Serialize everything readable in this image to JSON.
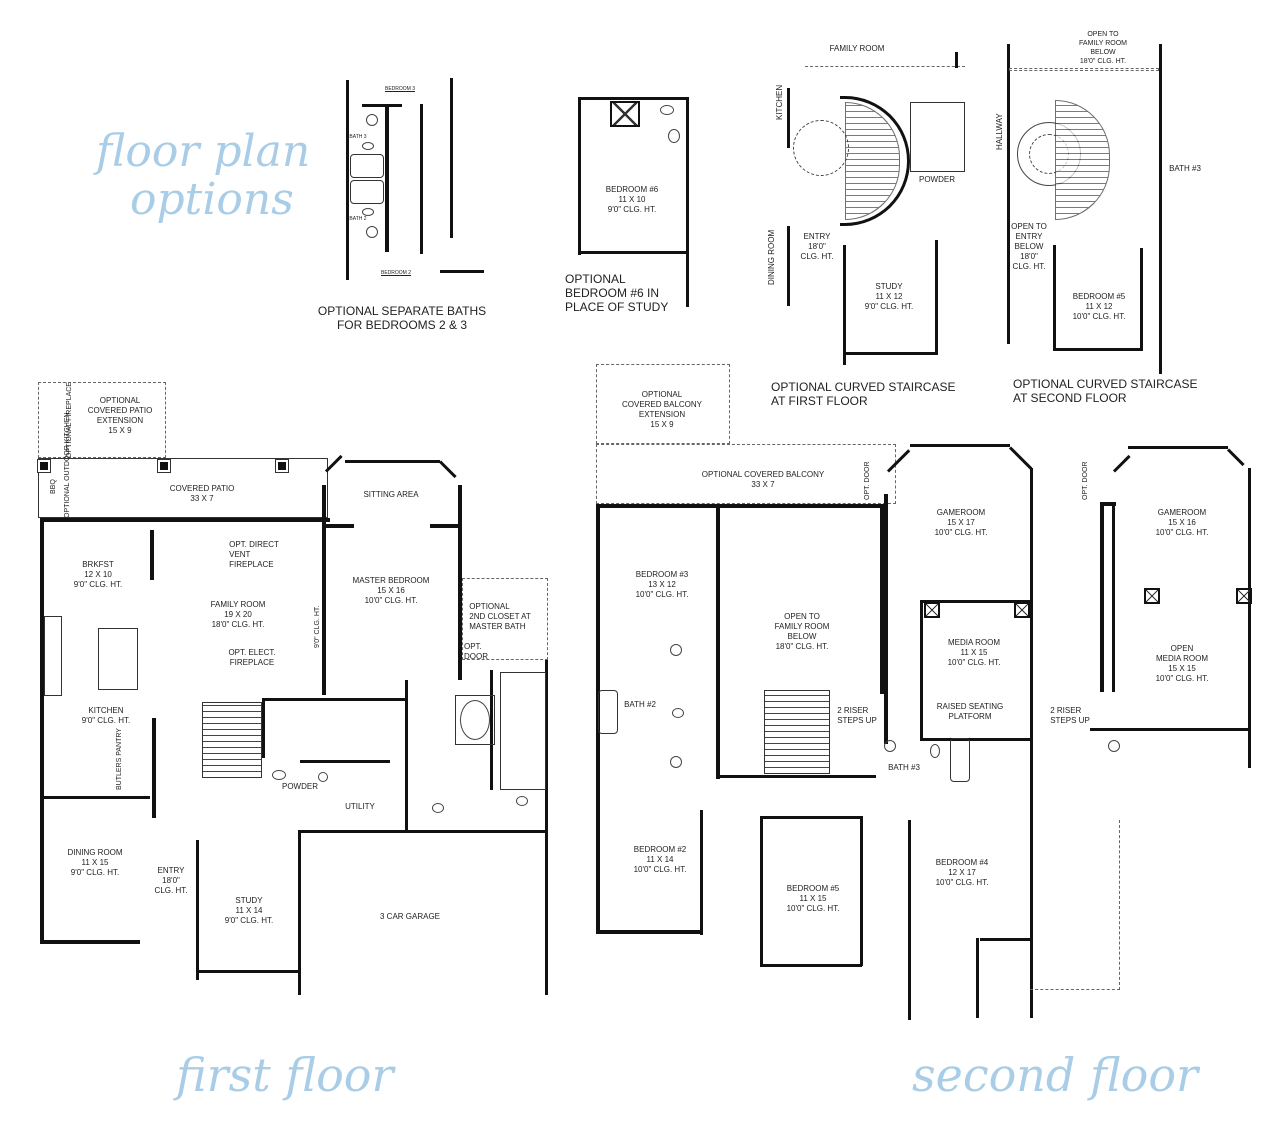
{
  "titles": {
    "options_line1": "floor plan",
    "options_line2": "options",
    "first_floor": "first floor",
    "second_floor": "second floor"
  },
  "colors": {
    "script_title": "#a9cde6",
    "walls": "#111111",
    "background": "#ffffff"
  },
  "options": {
    "separate_baths": {
      "caption_line1": "OPTIONAL SEPARATE BATHS",
      "caption_line2": "FOR BEDROOMS 2 & 3",
      "room_top": "BEDROOM 3",
      "room_bottom": "BEDROOM 2",
      "bath_top": "BATH 3",
      "bath_bottom": "BATH 2"
    },
    "bedroom6": {
      "caption_line1": "OPTIONAL",
      "caption_line2": "BEDROOM #6 IN",
      "caption_line3": "PLACE OF STUDY",
      "room": {
        "name": "BEDROOM #6",
        "size": "11 X 10",
        "ceiling": "9'0\" CLG. HT."
      }
    },
    "curved_first": {
      "caption_line1": "OPTIONAL CURVED STAIRCASE",
      "caption_line2": "AT FIRST FLOOR",
      "family_room": "FAMILY ROOM",
      "kitchen": "KITCHEN",
      "dining_room": "DINING ROOM",
      "powder": "POWDER",
      "entry": {
        "name": "ENTRY",
        "ceiling1": "18'0\"",
        "ceiling2": "CLG. HT."
      },
      "study": {
        "name": "STUDY",
        "size": "11 X 12",
        "ceiling": "9'0\" CLG. HT."
      }
    },
    "curved_second": {
      "caption_line1": "OPTIONAL CURVED STAIRCASE",
      "caption_line2": "AT SECOND FLOOR",
      "open_family": {
        "l1": "OPEN TO",
        "l2": "FAMILY ROOM",
        "l3": "BELOW",
        "l4": "18'0\" CLG. HT."
      },
      "hallway": "HALLWAY",
      "bath3": "BATH #3",
      "open_entry": {
        "l1": "OPEN TO",
        "l2": "ENTRY",
        "l3": "BELOW",
        "l4": "18'0\"",
        "l5": "CLG. HT."
      },
      "bedroom5": {
        "name": "BEDROOM #5",
        "size": "11 X 12",
        "ceiling": "10'0\" CLG. HT."
      }
    }
  },
  "first_floor": {
    "patio_ext": {
      "l1": "OPTIONAL",
      "l2": "COVERED PATIO",
      "l3": "EXTENSION",
      "l4": "15 X 9"
    },
    "opt_fireplace": "OPTIONAL FIREPLACE",
    "bbq": "BBQ",
    "outdoor_kitchen": "OPTIONAL OUTDOOR KITCHEN",
    "covered_patio": {
      "name": "COVERED PATIO",
      "size": "33 X 7"
    },
    "brkfst": {
      "name": "BRKFST",
      "size": "12 X 10",
      "ceiling": "9'0\" CLG. HT."
    },
    "direct_vent": {
      "l1": "OPT. DIRECT",
      "l2": "VENT",
      "l3": "FIREPLACE"
    },
    "family_room": {
      "name": "FAMILY ROOM",
      "size": "19 X 20",
      "ceiling": "18'0\" CLG. HT."
    },
    "elect_fireplace": {
      "l1": "OPT. ELECT.",
      "l2": "FIREPLACE"
    },
    "clg_9": "9'0\" CLG. HT.",
    "sitting_area": "SITTING AREA",
    "master_bedroom": {
      "name": "MASTER BEDROOM",
      "size": "15 X 16",
      "ceiling": "10'0\" CLG. HT."
    },
    "second_closet": {
      "l1": "OPTIONAL",
      "l2": "2ND CLOSET AT",
      "l3": "MASTER BATH"
    },
    "opt_door": {
      "l1": "OPT.",
      "l2": "DOOR"
    },
    "kitchen": {
      "name": "KITCHEN",
      "ceiling": "9'0\" CLG. HT."
    },
    "butlers_pantry": "BUTLERS PANTRY",
    "powder": "POWDER",
    "utility": "UTILITY",
    "dining_room": {
      "name": "DINING ROOM",
      "size": "11 X 15",
      "ceiling": "9'0\" CLG. HT."
    },
    "entry": {
      "name": "ENTRY",
      "ceiling1": "18'0\"",
      "ceiling2": "CLG. HT."
    },
    "study": {
      "name": "STUDY",
      "size": "11 X 14",
      "ceiling": "9'0\" CLG. HT."
    },
    "garage": "3 CAR GARAGE"
  },
  "second_floor": {
    "balcony_ext": {
      "l1": "OPTIONAL",
      "l2": "COVERED BALCONY",
      "l3": "EXTENSION",
      "l4": "15 X 9"
    },
    "covered_balcony": {
      "name": "OPTIONAL COVERED BALCONY",
      "size": "33 X 7"
    },
    "opt_door": "OPT. DOOR",
    "bedroom3": {
      "name": "BEDROOM #3",
      "size": "13 X 12",
      "ceiling": "10'0\" CLG. HT."
    },
    "open_family": {
      "l1": "OPEN TO",
      "l2": "FAMILY ROOM",
      "l3": "BELOW",
      "l4": "18'0\" CLG. HT."
    },
    "gameroom": {
      "name": "GAMEROOM",
      "size": "15 X 17",
      "ceiling": "10'0\" CLG. HT."
    },
    "media_room": {
      "name": "MEDIA ROOM",
      "size": "11 X 15",
      "ceiling": "10'0\" CLG. HT."
    },
    "raised_seating": {
      "l1": "RAISED SEATING",
      "l2": "PLATFORM"
    },
    "riser": {
      "l1": "2 RISER",
      "l2": "STEPS UP"
    },
    "bath2": "BATH #2",
    "bath3": "BATH #3",
    "bedroom2": {
      "name": "BEDROOM #2",
      "size": "11 X 14",
      "ceiling": "10'0\" CLG. HT."
    },
    "bedroom5": {
      "name": "BEDROOM #5",
      "size": "11 X 15",
      "ceiling": "10'0\" CLG. HT."
    },
    "bedroom4": {
      "name": "BEDROOM #4",
      "size": "12 X 17",
      "ceiling": "10'0\" CLG. HT."
    }
  },
  "alt_gameroom": {
    "opt_door": "OPT. DOOR",
    "gameroom": {
      "name": "GAMEROOM",
      "size": "15 X 16",
      "ceiling": "10'0\" CLG. HT."
    },
    "open_media": {
      "l1": "OPEN",
      "l2": "MEDIA ROOM",
      "l3": "15 X 15",
      "l4": "10'0\" CLG. HT."
    },
    "riser": {
      "l1": "2 RISER",
      "l2": "STEPS UP"
    }
  }
}
